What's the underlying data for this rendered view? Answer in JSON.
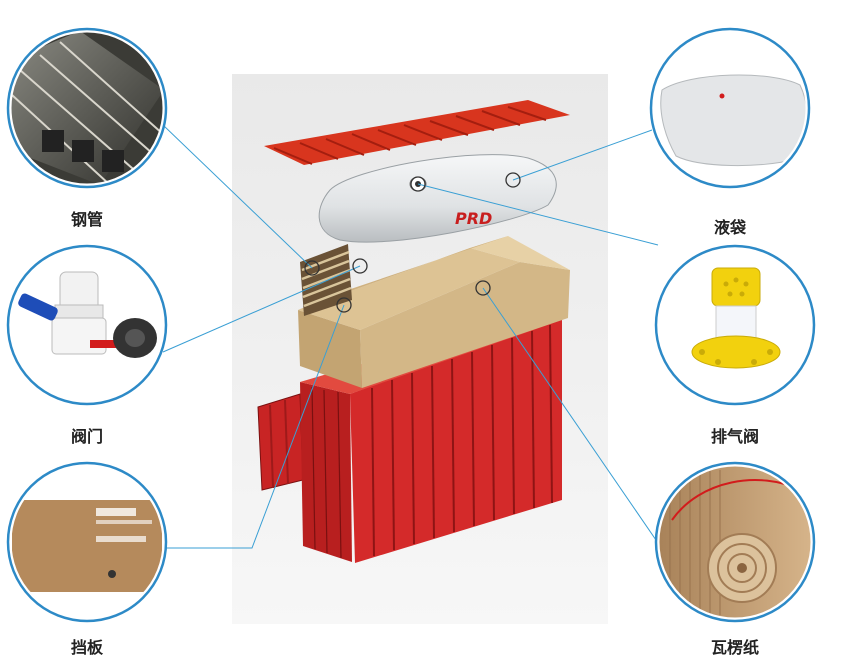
{
  "brand_logo": "PRD",
  "components": [
    {
      "id": "steel-pipe",
      "label": "钢管"
    },
    {
      "id": "valve",
      "label": "阀门"
    },
    {
      "id": "baffle",
      "label": "挡板"
    },
    {
      "id": "liquid-bag",
      "label": "液袋"
    },
    {
      "id": "exhaust-valve",
      "label": "排气阀"
    },
    {
      "id": "corrugated-paper",
      "label": "瓦楞纸"
    }
  ],
  "colors": {
    "circle_border": "#2d8ac7",
    "leader_line": "#3a9fd4",
    "container_red": "#d42a2a",
    "roof_red": "#d8351e",
    "cardboard": "#c9ad78",
    "bag_white": "#e9ebec",
    "valve_yellow": "#f2d10e"
  }
}
